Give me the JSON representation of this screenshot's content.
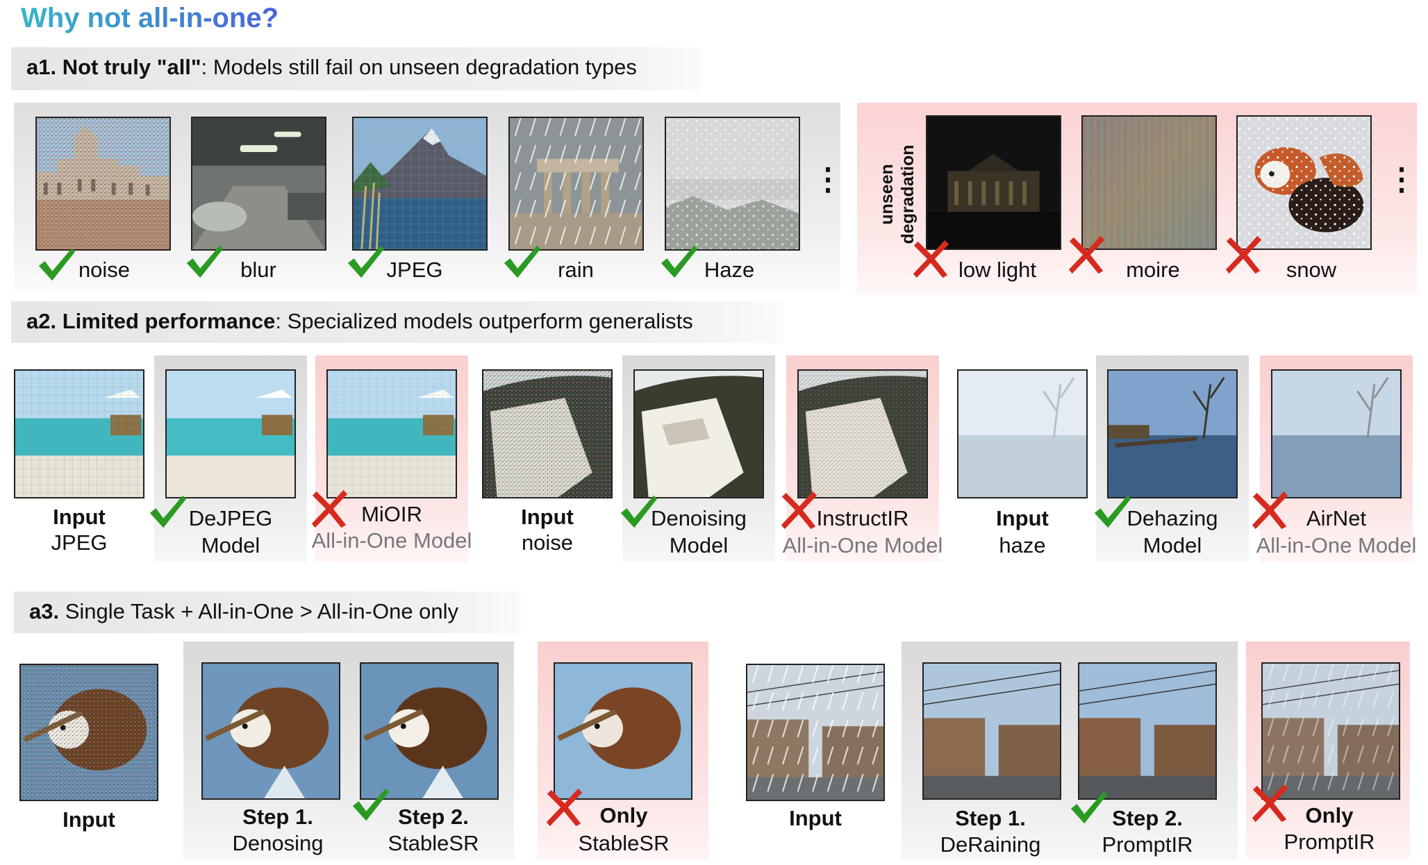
{
  "title": "Why not all-in-one?",
  "a1": {
    "head_bold": "a1. Not truly \"all\"",
    "head_rest": ":  Models still fail on unseen degradation types",
    "seen": [
      "noise",
      "blur",
      "JPEG",
      "rain",
      "Haze"
    ],
    "unseen_tag": "unseen degradation",
    "unseen": [
      "low light",
      "moire",
      "snow"
    ],
    "more": "⋮"
  },
  "a2": {
    "head_bold": "a2. Limited performance",
    "head_rest": ": Specialized models outperform generalists",
    "groups": [
      {
        "input_bold": "Input",
        "input_sub": "JPEG",
        "spec_1": "DeJPEG",
        "spec_2": "Model",
        "gen_1": "MiOIR",
        "gen_2": "All-in-One Model"
      },
      {
        "input_bold": "Input",
        "input_sub": "noise",
        "spec_1": "Denoising",
        "spec_2": "Model",
        "gen_1": "InstructIR",
        "gen_2": "All-in-One Model"
      },
      {
        "input_bold": "Input",
        "input_sub": "haze",
        "spec_1": "Dehazing",
        "spec_2": "Model",
        "gen_1": "AirNet",
        "gen_2": "All-in-One Model"
      }
    ]
  },
  "a3": {
    "head_bold": "a3.",
    "head_rest": " Single Task + All-in-One  >  All-in-One only",
    "left": {
      "input": "Input",
      "step1_bold": "Step 1.",
      "step1_sub": "Denosing",
      "step2_bold": "Step 2.",
      "step2_sub": "StableSR",
      "only_bold": "Only",
      "only_sub": "StableSR"
    },
    "right": {
      "input": "Input",
      "step1_bold": "Step 1.",
      "step1_sub": "DeRaining",
      "step2_bold": "Step 2.",
      "step2_sub": "PromptIR",
      "only_bold": "Only",
      "only_sub": "PromptIR"
    }
  },
  "colors": {
    "check": "#2a9a22",
    "cross": "#d62a1e",
    "title_start": "#35b6c6",
    "title_end": "#4a63d8",
    "panel_pink": "#fbd3d3",
    "panel_gray": "#dedede"
  }
}
